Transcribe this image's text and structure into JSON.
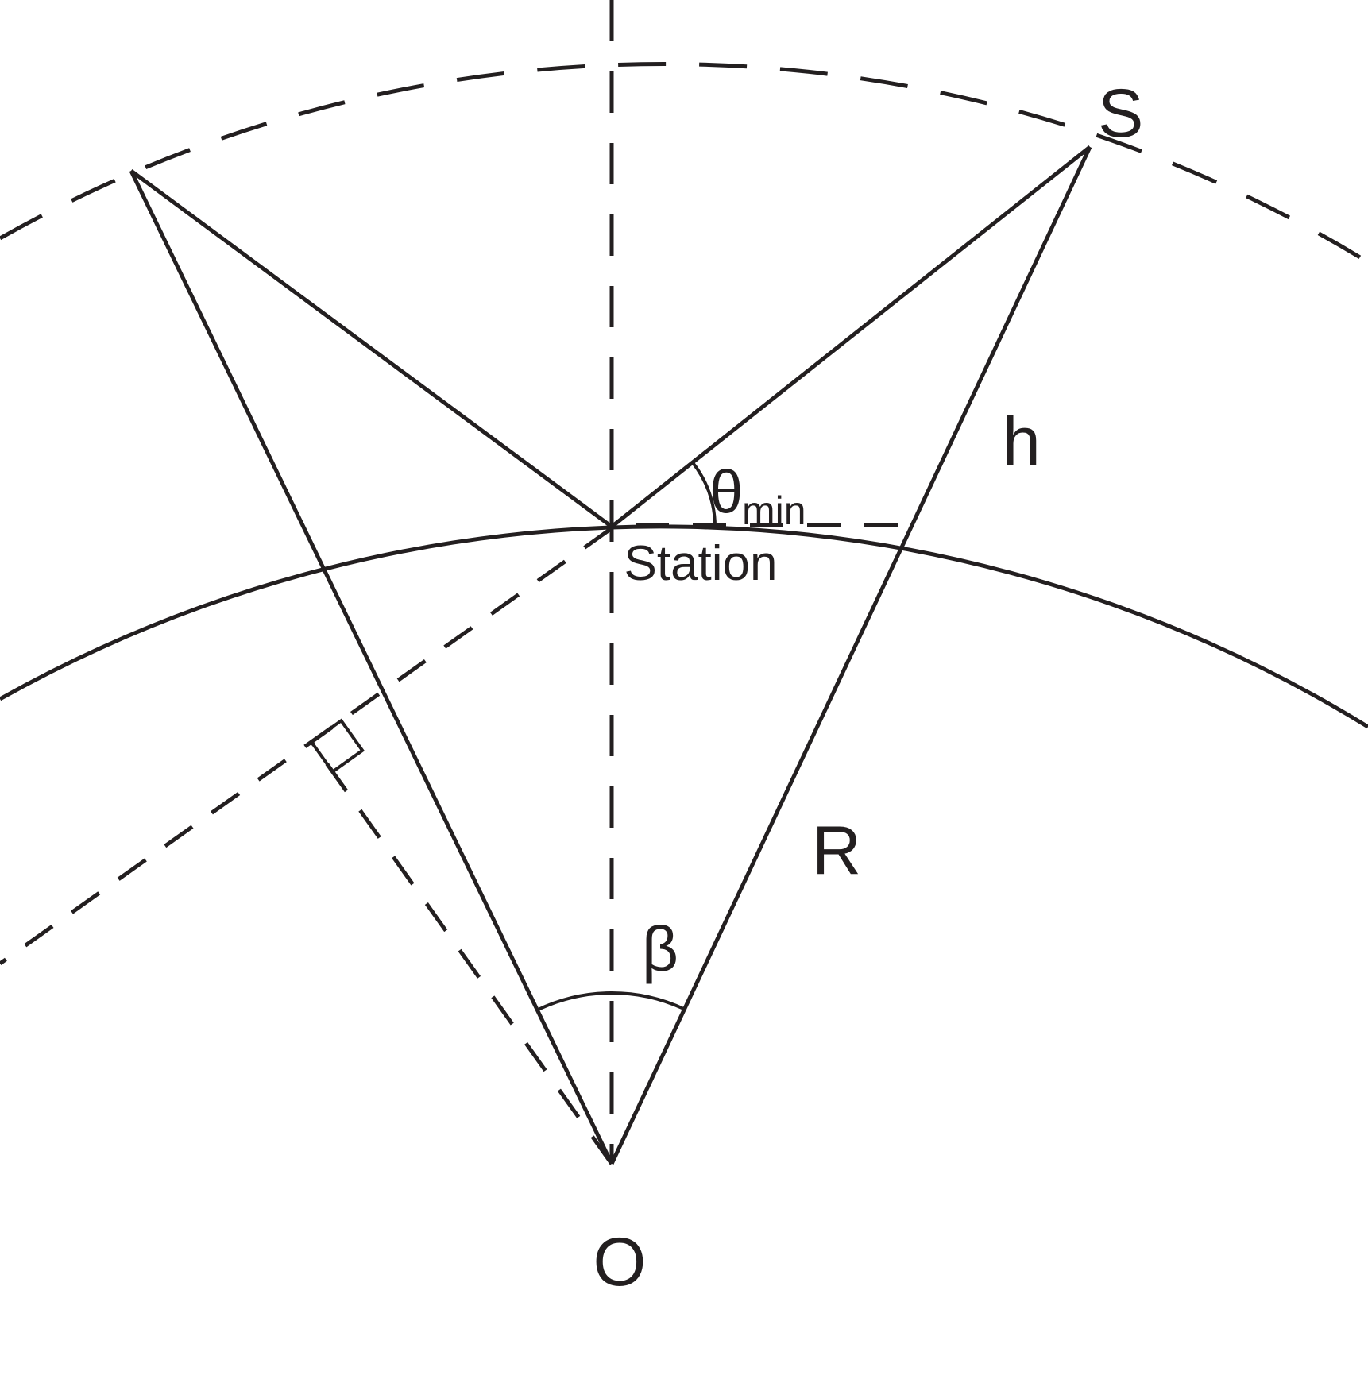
{
  "figure": {
    "type": "geometry-diagram",
    "labels": {
      "satellite": "S",
      "height": "h",
      "earth_radius": "R",
      "central_angle": "β",
      "elevation_angle_symbol": "θ",
      "elevation_angle_subscript": "min",
      "station": "Station",
      "earth_center": "O"
    },
    "colors": {
      "stroke": "#231f20",
      "background": "#ffffff"
    }
  }
}
